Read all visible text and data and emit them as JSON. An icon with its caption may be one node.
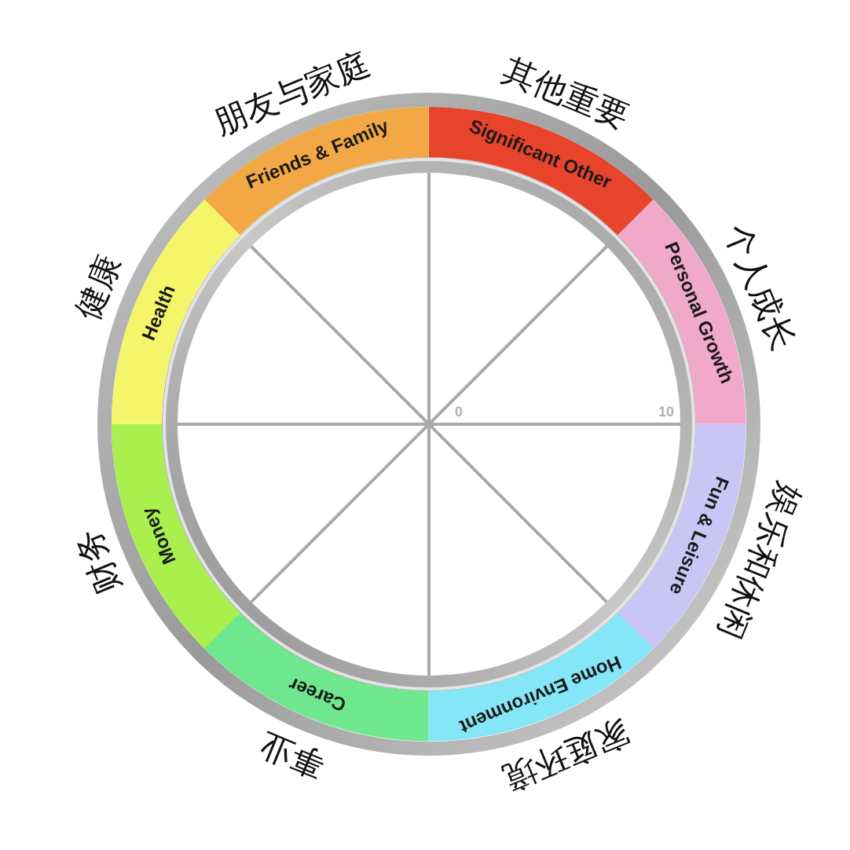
{
  "diagram": {
    "nodes": [
      {
        "text": [
          "Friends & Family"
        ],
        "beside": [
          "朋友与家庭"
        ]
      },
      {
        "text": [
          "Significant Other"
        ],
        "beside": [
          "其他重要"
        ]
      },
      {
        "text": [
          "Personal Growth"
        ],
        "beside": [
          "个人成长"
        ]
      },
      {
        "text": [
          "Fun & Leisure"
        ],
        "beside": [
          "娱乐和休闲"
        ]
      },
      {
        "text": [
          "Home Environment"
        ],
        "beside": [
          "家庭环境"
        ]
      },
      {
        "text": [
          "Career"
        ],
        "beside": [
          "事业"
        ]
      },
      {
        "text": [
          "Money"
        ],
        "beside": [
          "财务"
        ]
      },
      {
        "text": [
          "Health"
        ],
        "beside": [
          "健康"
        ]
      }
    ],
    "labels": [
      "0",
      "10"
    ]
  }
}
